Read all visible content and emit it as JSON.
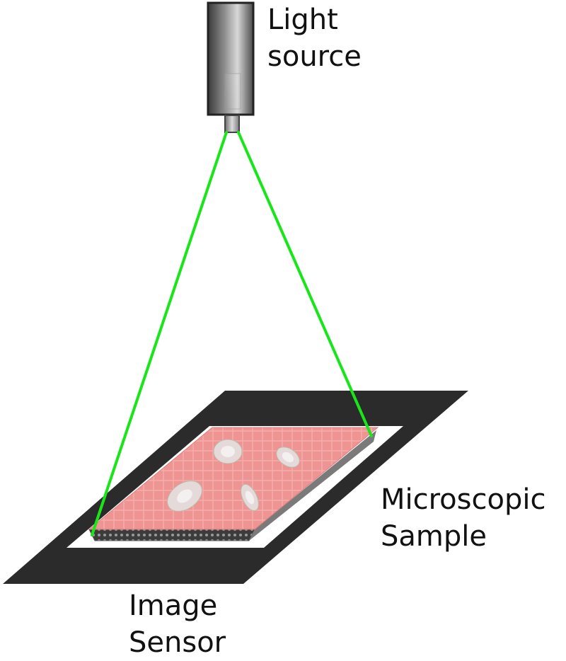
{
  "labels": {
    "light_source": [
      "Light",
      "source"
    ],
    "microscopic_sample": [
      "Microscopic",
      "Sample"
    ],
    "image_sensor": [
      "Image",
      "Sensor"
    ]
  },
  "colors": {
    "beam": "#19e619",
    "sensor_frame": "#2b2b2b",
    "sensor_window": "#ffffff",
    "sample_fill": "#ee8f8d",
    "sample_grid": "#f6b5b3",
    "cell_fill": "#e4dada",
    "light_body_dark": "#3a3a3a",
    "light_body_light": "#d8d8d8"
  },
  "icons": {
    "light_source": "light-source-icon",
    "image_sensor": "image-sensor-icon",
    "sample": "sample-slide-icon",
    "cell": "cell-icon"
  }
}
